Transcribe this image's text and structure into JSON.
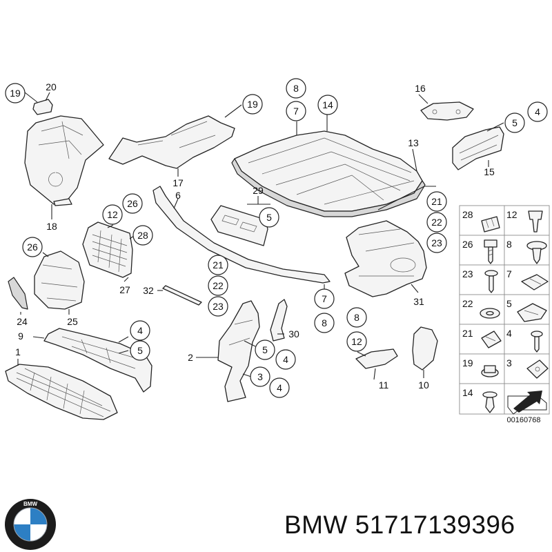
{
  "diagram_id": "00160768",
  "brand": "BMW",
  "part_number": "51717139396",
  "logo": {
    "text": "BMW",
    "colors": {
      "ring": "#1c1c1c",
      "blue": "#2d7fc4",
      "white": "#ffffff"
    }
  },
  "callouts": [
    {
      "id": "c-19a",
      "label": "19"
    },
    {
      "id": "c-20",
      "label": "20"
    },
    {
      "id": "c-18",
      "label": "18"
    },
    {
      "id": "c-19b",
      "label": "19"
    },
    {
      "id": "c-17",
      "label": "17"
    },
    {
      "id": "c-8a",
      "label": "8"
    },
    {
      "id": "c-7a",
      "label": "7"
    },
    {
      "id": "c-14",
      "label": "14"
    },
    {
      "id": "c-16",
      "label": "16"
    },
    {
      "id": "c-13",
      "label": "13"
    },
    {
      "id": "c-6",
      "label": "6"
    },
    {
      "id": "c-4a",
      "label": "4"
    },
    {
      "id": "c-5a",
      "label": "5"
    },
    {
      "id": "c-15",
      "label": "15"
    },
    {
      "id": "c-29",
      "label": "29"
    },
    {
      "id": "c-5b",
      "label": "5"
    },
    {
      "id": "c-21a",
      "label": "21"
    },
    {
      "id": "c-22a",
      "label": "22"
    },
    {
      "id": "c-23a",
      "label": "23"
    },
    {
      "id": "c-12a",
      "label": "12"
    },
    {
      "id": "c-26a",
      "label": "26"
    },
    {
      "id": "c-28",
      "label": "28"
    },
    {
      "id": "c-26b",
      "label": "26"
    },
    {
      "id": "c-27",
      "label": "27"
    },
    {
      "id": "c-24",
      "label": "24"
    },
    {
      "id": "c-25",
      "label": "25"
    },
    {
      "id": "c-32",
      "label": "32"
    },
    {
      "id": "c-21b",
      "label": "21"
    },
    {
      "id": "c-22b",
      "label": "22"
    },
    {
      "id": "c-23b",
      "label": "23"
    },
    {
      "id": "c-31",
      "label": "31"
    },
    {
      "id": "c-7b",
      "label": "7"
    },
    {
      "id": "c-8b",
      "label": "8"
    },
    {
      "id": "c-9",
      "label": "9"
    },
    {
      "id": "c-4b",
      "label": "4"
    },
    {
      "id": "c-5c",
      "label": "5"
    },
    {
      "id": "c-1",
      "label": "1"
    },
    {
      "id": "c-2",
      "label": "2"
    },
    {
      "id": "c-30",
      "label": "30"
    },
    {
      "id": "c-5d",
      "label": "5"
    },
    {
      "id": "c-4c",
      "label": "4"
    },
    {
      "id": "c-3",
      "label": "3"
    },
    {
      "id": "c-4d",
      "label": "4"
    },
    {
      "id": "c-8c",
      "label": "8"
    },
    {
      "id": "c-12b",
      "label": "12"
    },
    {
      "id": "c-11",
      "label": "11"
    },
    {
      "id": "c-10",
      "label": "10"
    }
  ],
  "legend": [
    {
      "left": "28",
      "right": "12"
    },
    {
      "left": "26",
      "right": "8"
    },
    {
      "left": "23",
      "right": "7"
    },
    {
      "left": "22",
      "right": "5"
    },
    {
      "left": "21",
      "right": "4"
    },
    {
      "left": "19",
      "right": "3"
    },
    {
      "left": "14",
      "right": ""
    }
  ]
}
